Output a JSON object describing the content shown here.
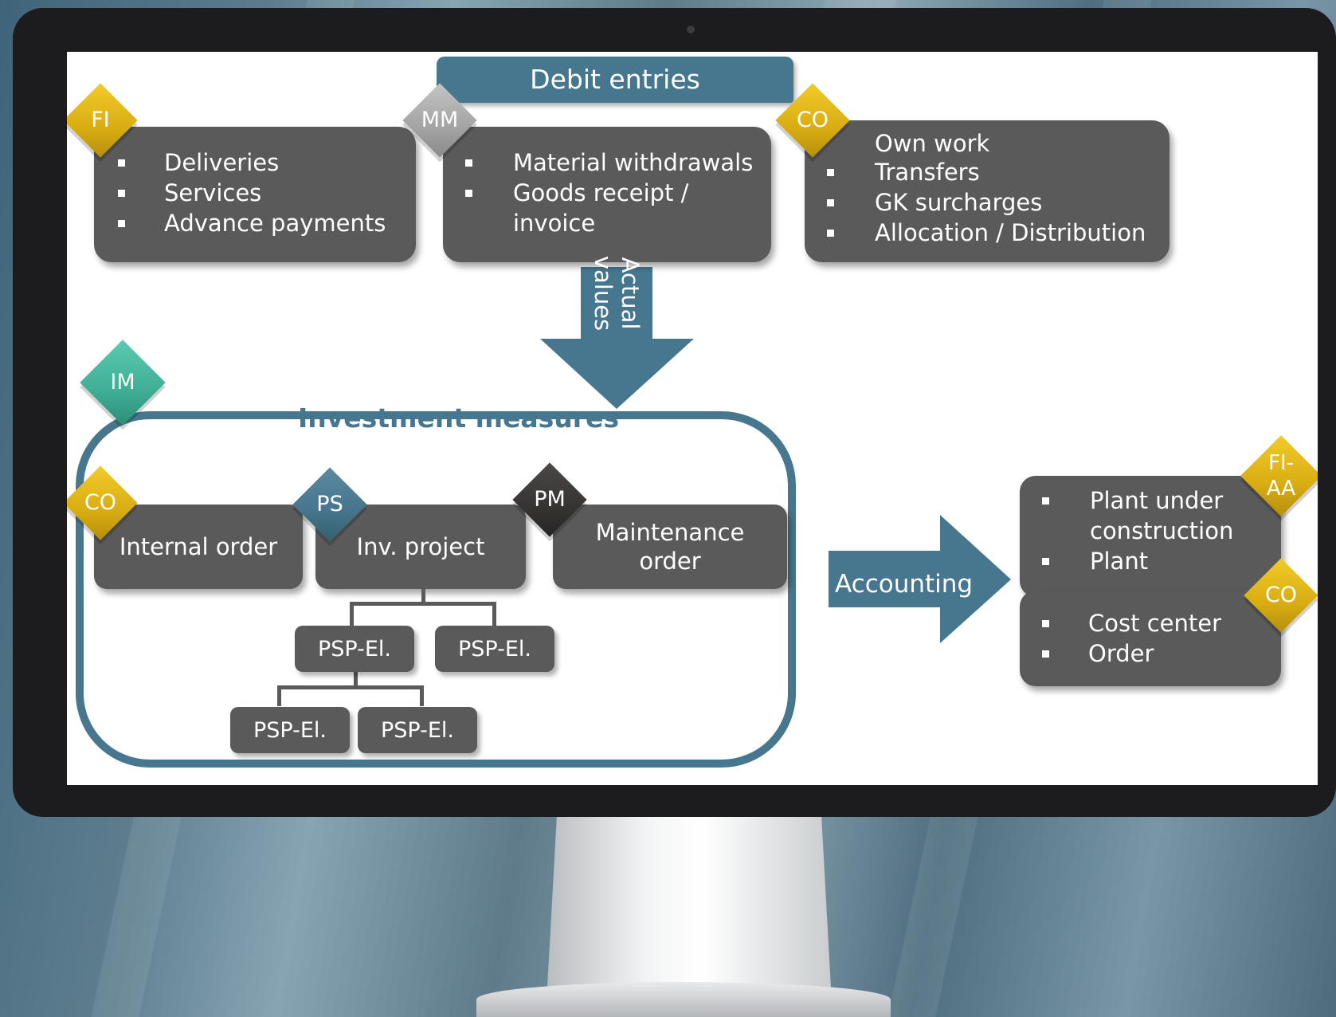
{
  "header": {
    "title": "Debit entries"
  },
  "sources": [
    {
      "badge": "FI",
      "items": [
        "Deliveries",
        "Services",
        "Advance payments"
      ]
    },
    {
      "badge": "MM",
      "items": [
        "Material withdrawals",
        "Goods receipt /",
        "invoice"
      ]
    },
    {
      "badge": "CO",
      "items": [
        "Own work",
        "Transfers",
        "GK surcharges",
        "Allocation / Distribution"
      ]
    }
  ],
  "flow_arrow": {
    "line1": "Actual",
    "line2": "values"
  },
  "investment": {
    "badge": "IM",
    "title": "Investment measures",
    "objects": [
      {
        "badge": "CO",
        "label": "Internal order"
      },
      {
        "badge": "PS",
        "label": "Inv. project"
      },
      {
        "badge": "PM",
        "line1": "Maintenance",
        "line2": "order"
      }
    ],
    "psp": [
      "PSP-El.",
      "PSP-El.",
      "PSP-El.",
      "PSP-El."
    ]
  },
  "accounting_arrow": {
    "label": "Accounting"
  },
  "targets": {
    "upper": {
      "badge_line1": "FI-",
      "badge_line2": "AA",
      "items": [
        "Plant under",
        "construction",
        "Plant"
      ]
    },
    "lower": {
      "badge": "CO",
      "items": [
        "Cost center",
        "Order"
      ]
    }
  },
  "colors": {
    "accent": "#46778e",
    "box": "#5a5a5a",
    "gold": "#e0b418",
    "teal": "#3fae94"
  }
}
